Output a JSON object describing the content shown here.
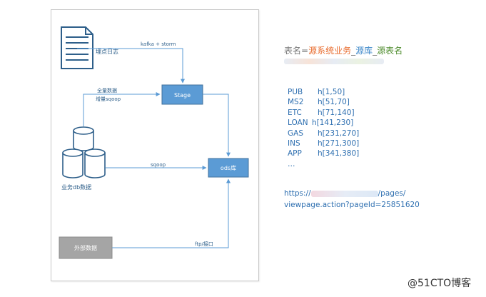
{
  "diagram": {
    "nodes": {
      "buried_log": "埋点日志",
      "stage": "Stage",
      "ods": "ods库",
      "business_db": "业务db数据",
      "external": "外部数据"
    },
    "edges": {
      "kafka_storm": "kafka + storm",
      "full_data": "全量数据",
      "incremental_sqoop": "增量sqoop",
      "sqoop": "sqoop",
      "ftp_api": "ftp/接口"
    }
  },
  "naming_rule": {
    "prefix": "表名=",
    "source_system": "源系统业务",
    "sep1": "_",
    "source_db": "源库",
    "sep2": "_",
    "source_table": "源表名"
  },
  "mappings": [
    {
      "key": "PUB",
      "range": "h[1,50]"
    },
    {
      "key": "MS2",
      "range": "h[51,70]"
    },
    {
      "key": "ETC",
      "range": "h[71,140]"
    },
    {
      "key": "LOAN",
      "range": "h[141,230]"
    },
    {
      "key": "GAS",
      "range": "h[231,270]"
    },
    {
      "key": "INS",
      "range": "h[271,300]"
    },
    {
      "key": "APP",
      "range": "h[341,380]"
    }
  ],
  "mappings_more": "…",
  "url": {
    "line1_start": "https://",
    "line1_end": "/pages/",
    "line2": "viewpage.action?pageId=25851620"
  },
  "watermark": "@51CTO博客",
  "colors": {
    "node_blue": "#5b9bd5",
    "node_gray": "#a5a5a5",
    "arrow": "#5b9bd5",
    "text_blue": "#2e6fb0",
    "orange": "#e8692a",
    "green": "#4c8b2b"
  },
  "icons": {
    "log": "document-icon",
    "db": "database-cylinders-icon"
  }
}
